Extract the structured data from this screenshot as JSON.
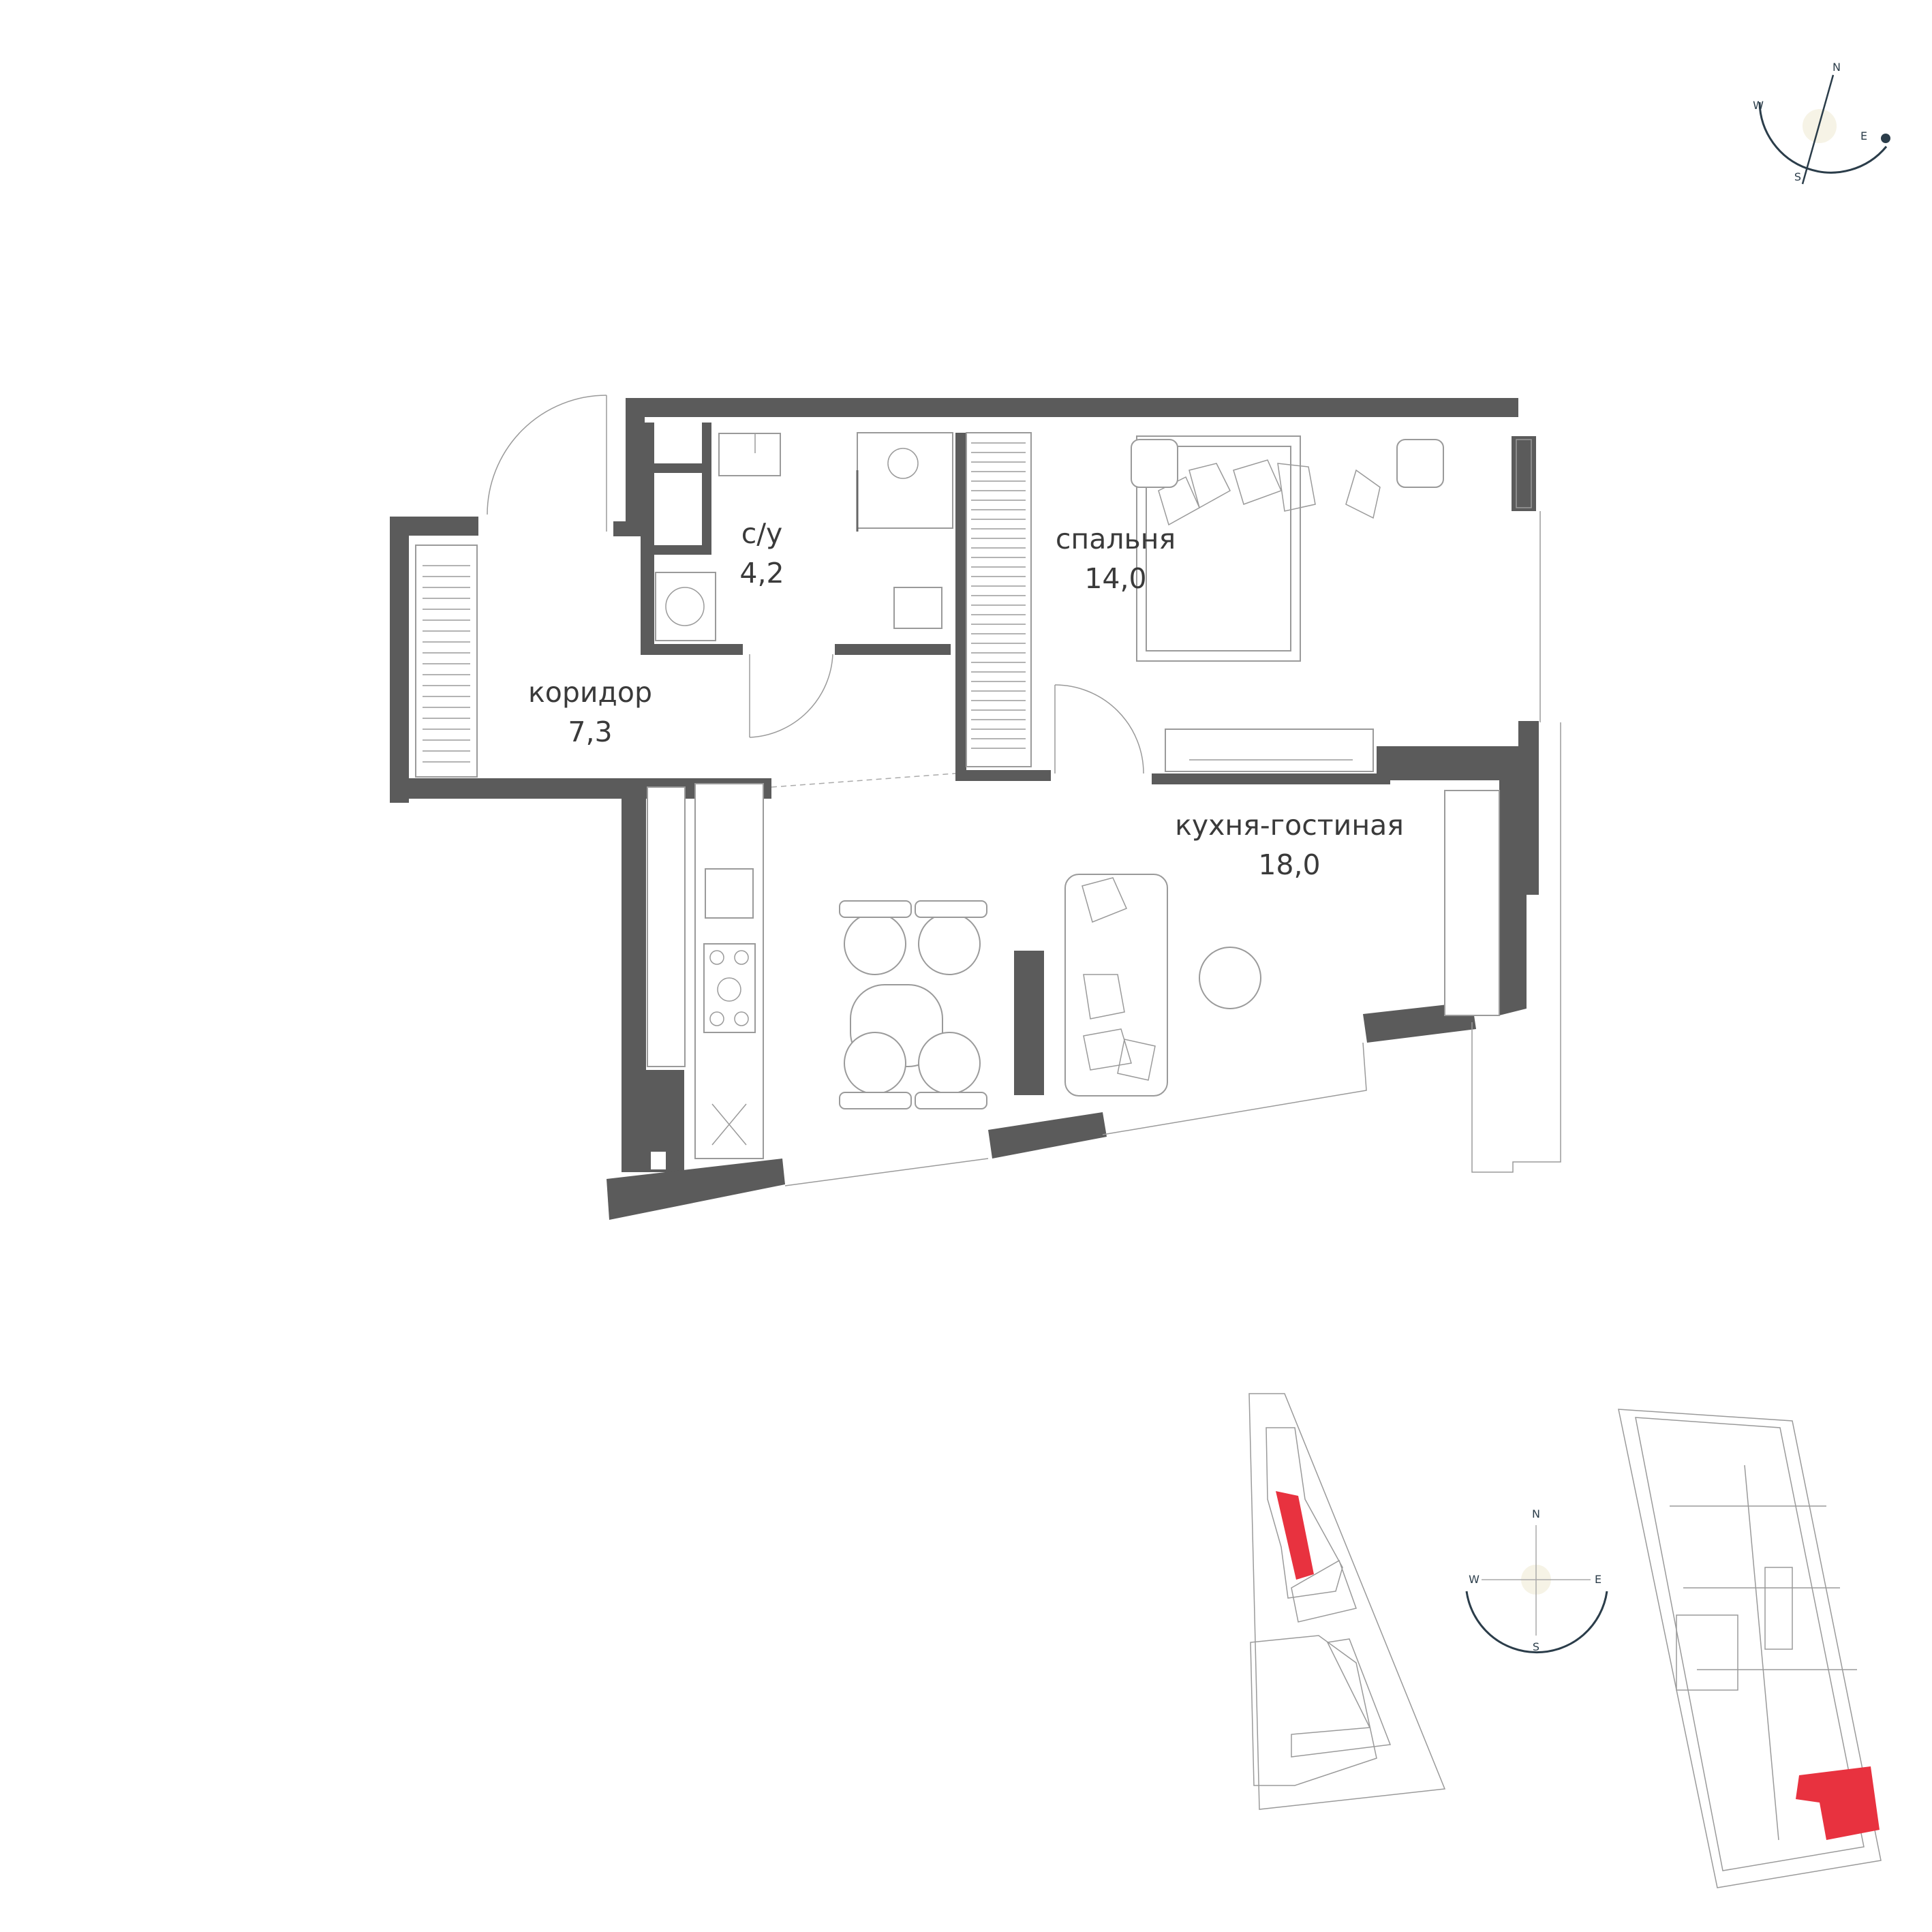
{
  "rooms": [
    {
      "name": "с/у",
      "area": "4,2"
    },
    {
      "name": "спальня",
      "area": "14,0"
    },
    {
      "name": "коридор",
      "area": "7,3"
    },
    {
      "name": "кухня-гостиная",
      "area": "18,0"
    }
  ],
  "compass": {
    "n": "N",
    "e": "E",
    "s": "S",
    "w": "W"
  },
  "colors": {
    "wall": "#5b5b5b",
    "highlight": "#e8323f",
    "compass": "#2b3d4a"
  }
}
